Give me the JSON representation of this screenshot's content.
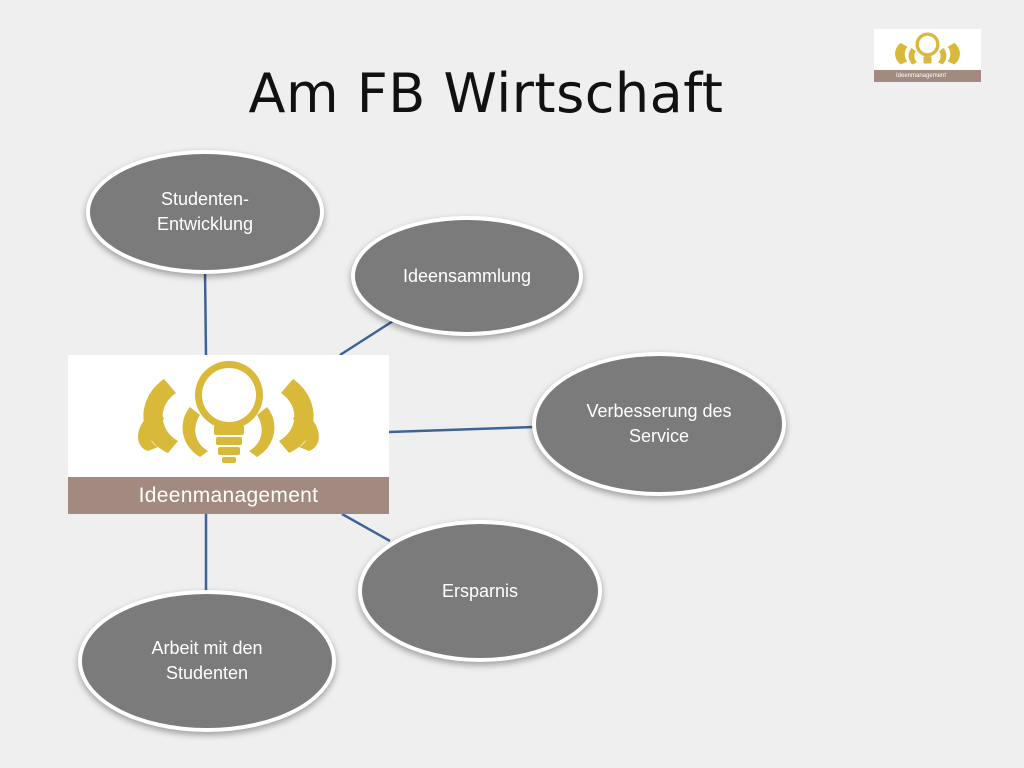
{
  "slide": {
    "title": "Am FB Wirtschaft"
  },
  "logo": {
    "label": "Ideenmanagement",
    "colors": {
      "gold": "#d9b93a",
      "band": "#a28a80"
    }
  },
  "diagram": {
    "center": "Ideenmanagement",
    "nodes": [
      {
        "id": "studenten-entwicklung",
        "lines": [
          "Studenten-",
          "Entwicklung"
        ]
      },
      {
        "id": "ideensammlung",
        "lines": [
          "Ideensammlung"
        ]
      },
      {
        "id": "verbesserung",
        "lines": [
          "Verbesserung des",
          "Service"
        ]
      },
      {
        "id": "ersparnis",
        "lines": [
          "Ersparnis"
        ]
      },
      {
        "id": "arbeit",
        "lines": [
          "Arbeit mit den",
          "Studenten"
        ]
      }
    ],
    "colors": {
      "node_fill": "#7b7b7b",
      "connector": "#3d6494"
    }
  }
}
